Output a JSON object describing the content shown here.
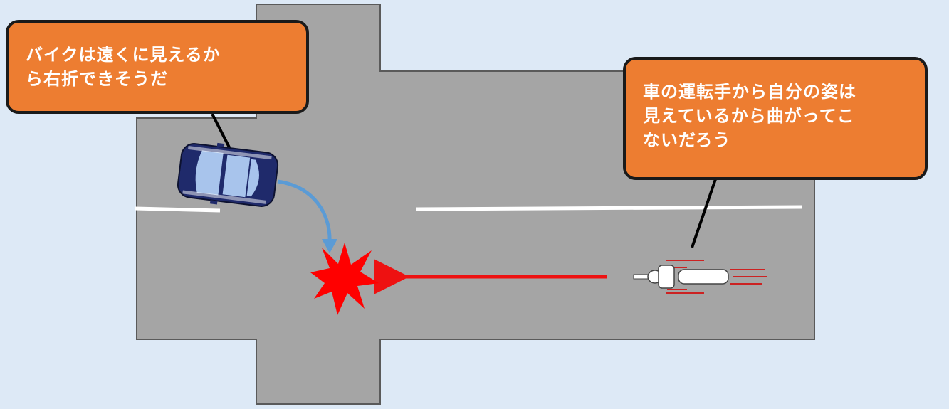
{
  "colors": {
    "background": "#dde9f6",
    "road": "#a5a5a5",
    "road_edge": "#5a5a5a",
    "lane_marking": "#ffffff",
    "bubble_fill": "#ed7d31",
    "bubble_border": "#1a1a1a",
    "bubble_text": "#ffffff",
    "car_body": "#1f2a6b",
    "car_glass": "#a8c4ec",
    "car_turn_path": "#5b9bd5",
    "motorcycle_path": "#ee1111",
    "collision": "#ff0000"
  },
  "car_bubble": {
    "line1": "バイクは遠くに見えるか",
    "line2": "ら右折できそうだ"
  },
  "motorcycle_bubble": {
    "line1": "車の運転手から自分の姿は",
    "line2": "見えているから曲がってこ",
    "line3": "ないだろう"
  },
  "icons": {
    "car": "car-icon",
    "motorcycle": "motorcycle-icon",
    "collision": "collision-burst-icon"
  }
}
